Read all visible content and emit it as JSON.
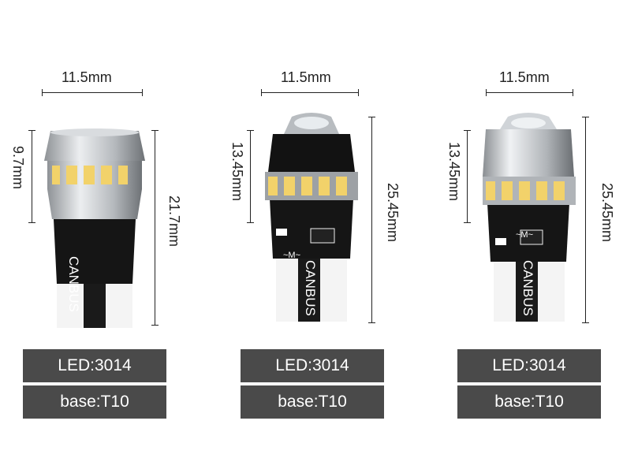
{
  "products": [
    {
      "width_label": "11.5mm",
      "body_height_label": "9.7mm",
      "total_height_label": "21.7mm",
      "led": "LED:3014",
      "base": "base:T10",
      "base_text": "CANBUS",
      "top_color": "#bfc3c7"
    },
    {
      "width_label": "11.5mm",
      "body_height_label": "13.45mm",
      "total_height_label": "25.45mm",
      "led": "LED:3014",
      "base": "base:T10",
      "base_text": "CANBUS",
      "chip_label": "~M~",
      "top_color": "#111111"
    },
    {
      "width_label": "11.5mm",
      "body_height_label": "13.45mm",
      "total_height_label": "25.45mm",
      "led": "LED:3014",
      "base": "base:T10",
      "base_text": "CANBUS",
      "chip_label": "~M~",
      "top_color": "#c8ccd0"
    }
  ],
  "colors": {
    "badge_bg": "#4a4a4a",
    "badge_text": "#ffffff",
    "led_yellow": "#f2d26a",
    "base_white": "#f4f4f4"
  }
}
